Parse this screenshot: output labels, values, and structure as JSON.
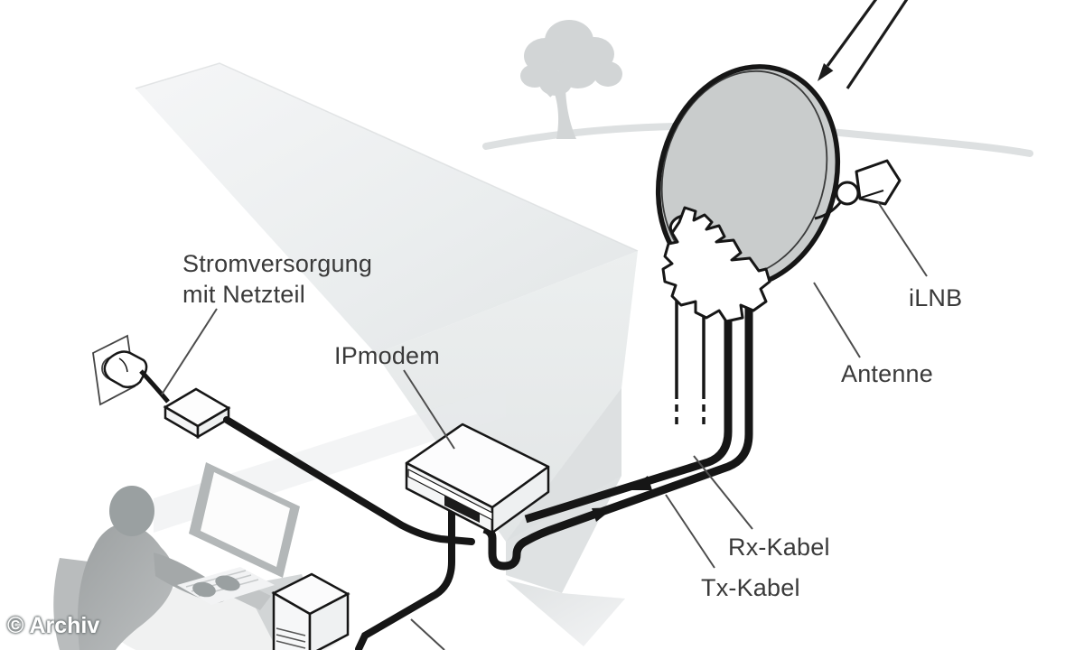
{
  "diagram": {
    "labels": {
      "power_line1": "Stromversorgung",
      "power_line2": "mit Netzteil",
      "modem": "IPmodem",
      "lnb": "iLNB",
      "antenna": "Antenne",
      "rx_cable": "Rx-Kabel",
      "tx_cable": "Tx-Kabel"
    },
    "credit": "© Archiv",
    "colors": {
      "line": "#161616",
      "dish_fill": "#c9cccc",
      "house_shade": "#e4e7e8",
      "hill": "#dde0e1",
      "tree": "#d2d5d6",
      "silhouette": "#a4a8a9",
      "text": "#3a3a3a"
    }
  }
}
